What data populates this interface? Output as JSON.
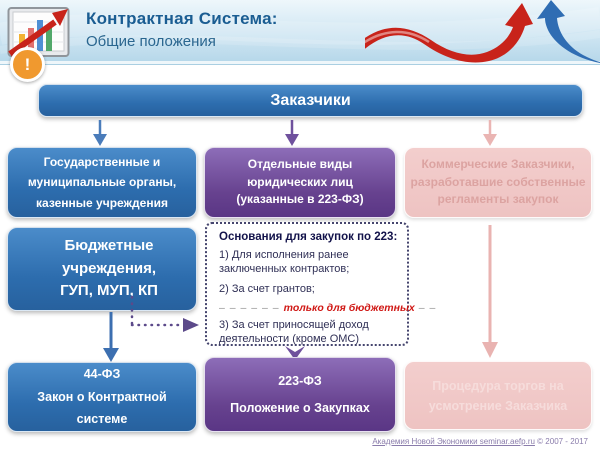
{
  "header": {
    "title": "Контрактная Система:",
    "subtitle": "Общие положения"
  },
  "root_box": {
    "label": "Заказчики"
  },
  "row1": {
    "state": "Государственные и\nмуниципальные органы,\nказенные учреждения",
    "legal": "Отдельные виды\nюридических лиц\n(указанные в 223-ФЗ)",
    "commercial": "Коммерческие Заказчики,\nразработавшие собственные\nрегламенты закупок"
  },
  "budget_box": {
    "label": "Бюджетные\nучреждения,\nГУП, МУП, КП",
    "warning_glyph": "!"
  },
  "note_box": {
    "title": "Основания для закупок по 223:",
    "item1": "1) Для исполнения ранее\nзаключенных контрактов;",
    "item2": "2) За счет грантов;",
    "dashes_left": "– – – – – –",
    "highlight": "только для бюджетных",
    "dashes_right": "– –",
    "item3": "3) За счет приносящей доход\nдеятельности (кроме ОМС)"
  },
  "row3": {
    "fz44": "44-ФЗ\nЗакон о Контрактной\nсистеме",
    "fz223": "223-ФЗ\nПоложение о Закупках",
    "procedure": "Процедура торгов на\nусмотрение Заказчика"
  },
  "footer": {
    "link": "Академия Новой Экономики seminar.aefp.ru",
    "copyright": "© 2007 - 2017"
  },
  "colors": {
    "blue": "#2d6dae",
    "purple": "#67428f",
    "pink": "#f0c8c6",
    "red_accent": "#d01916",
    "warning_orange": "#f0992f",
    "header_blue": "#b7d8ea"
  }
}
